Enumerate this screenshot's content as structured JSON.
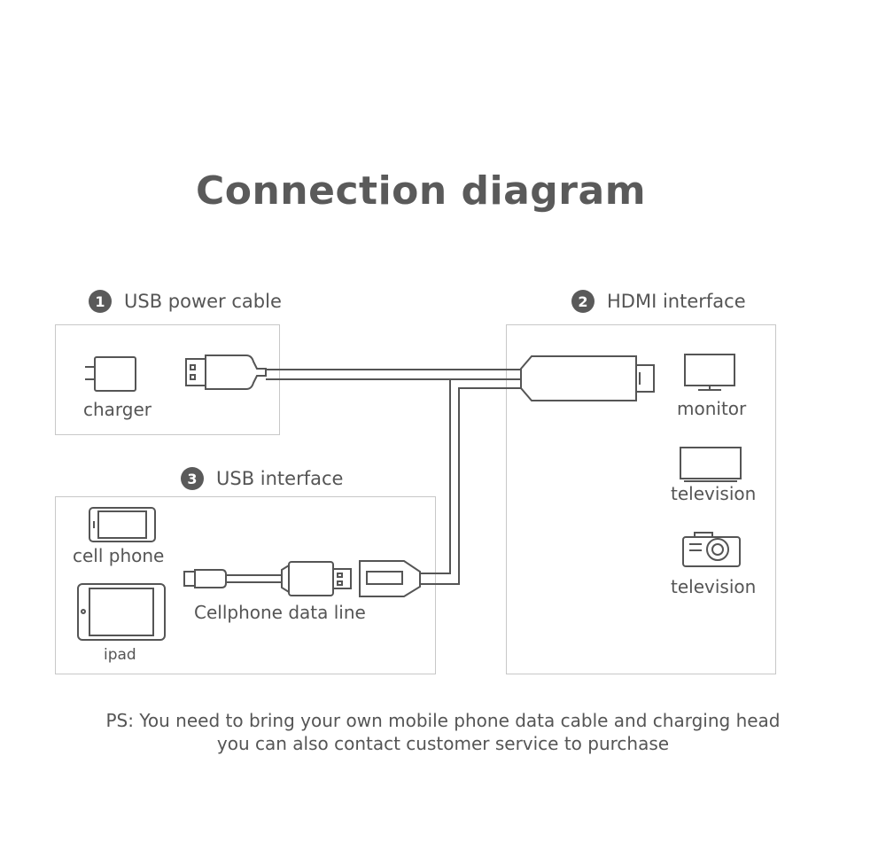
{
  "title": "Connection diagram",
  "sections": {
    "usb_power": {
      "number": "1",
      "label": "USB power cable",
      "charger": "charger"
    },
    "hdmi": {
      "number": "2",
      "label": "HDMI interface",
      "monitor": "monitor",
      "television": "television",
      "projector": "television"
    },
    "usb_interface": {
      "number": "3",
      "label": "USB interface",
      "cell_phone": "cell phone",
      "ipad": "ipad",
      "data_line": "Cellphone data line"
    }
  },
  "footnote": {
    "line1": "PS: You need to bring your own mobile phone data cable and charging head",
    "line2": "you can also contact customer service to purchase"
  },
  "colors": {
    "stroke": "#555555",
    "box_border": "#c8c8c8",
    "badge": "#5a5a5a"
  }
}
